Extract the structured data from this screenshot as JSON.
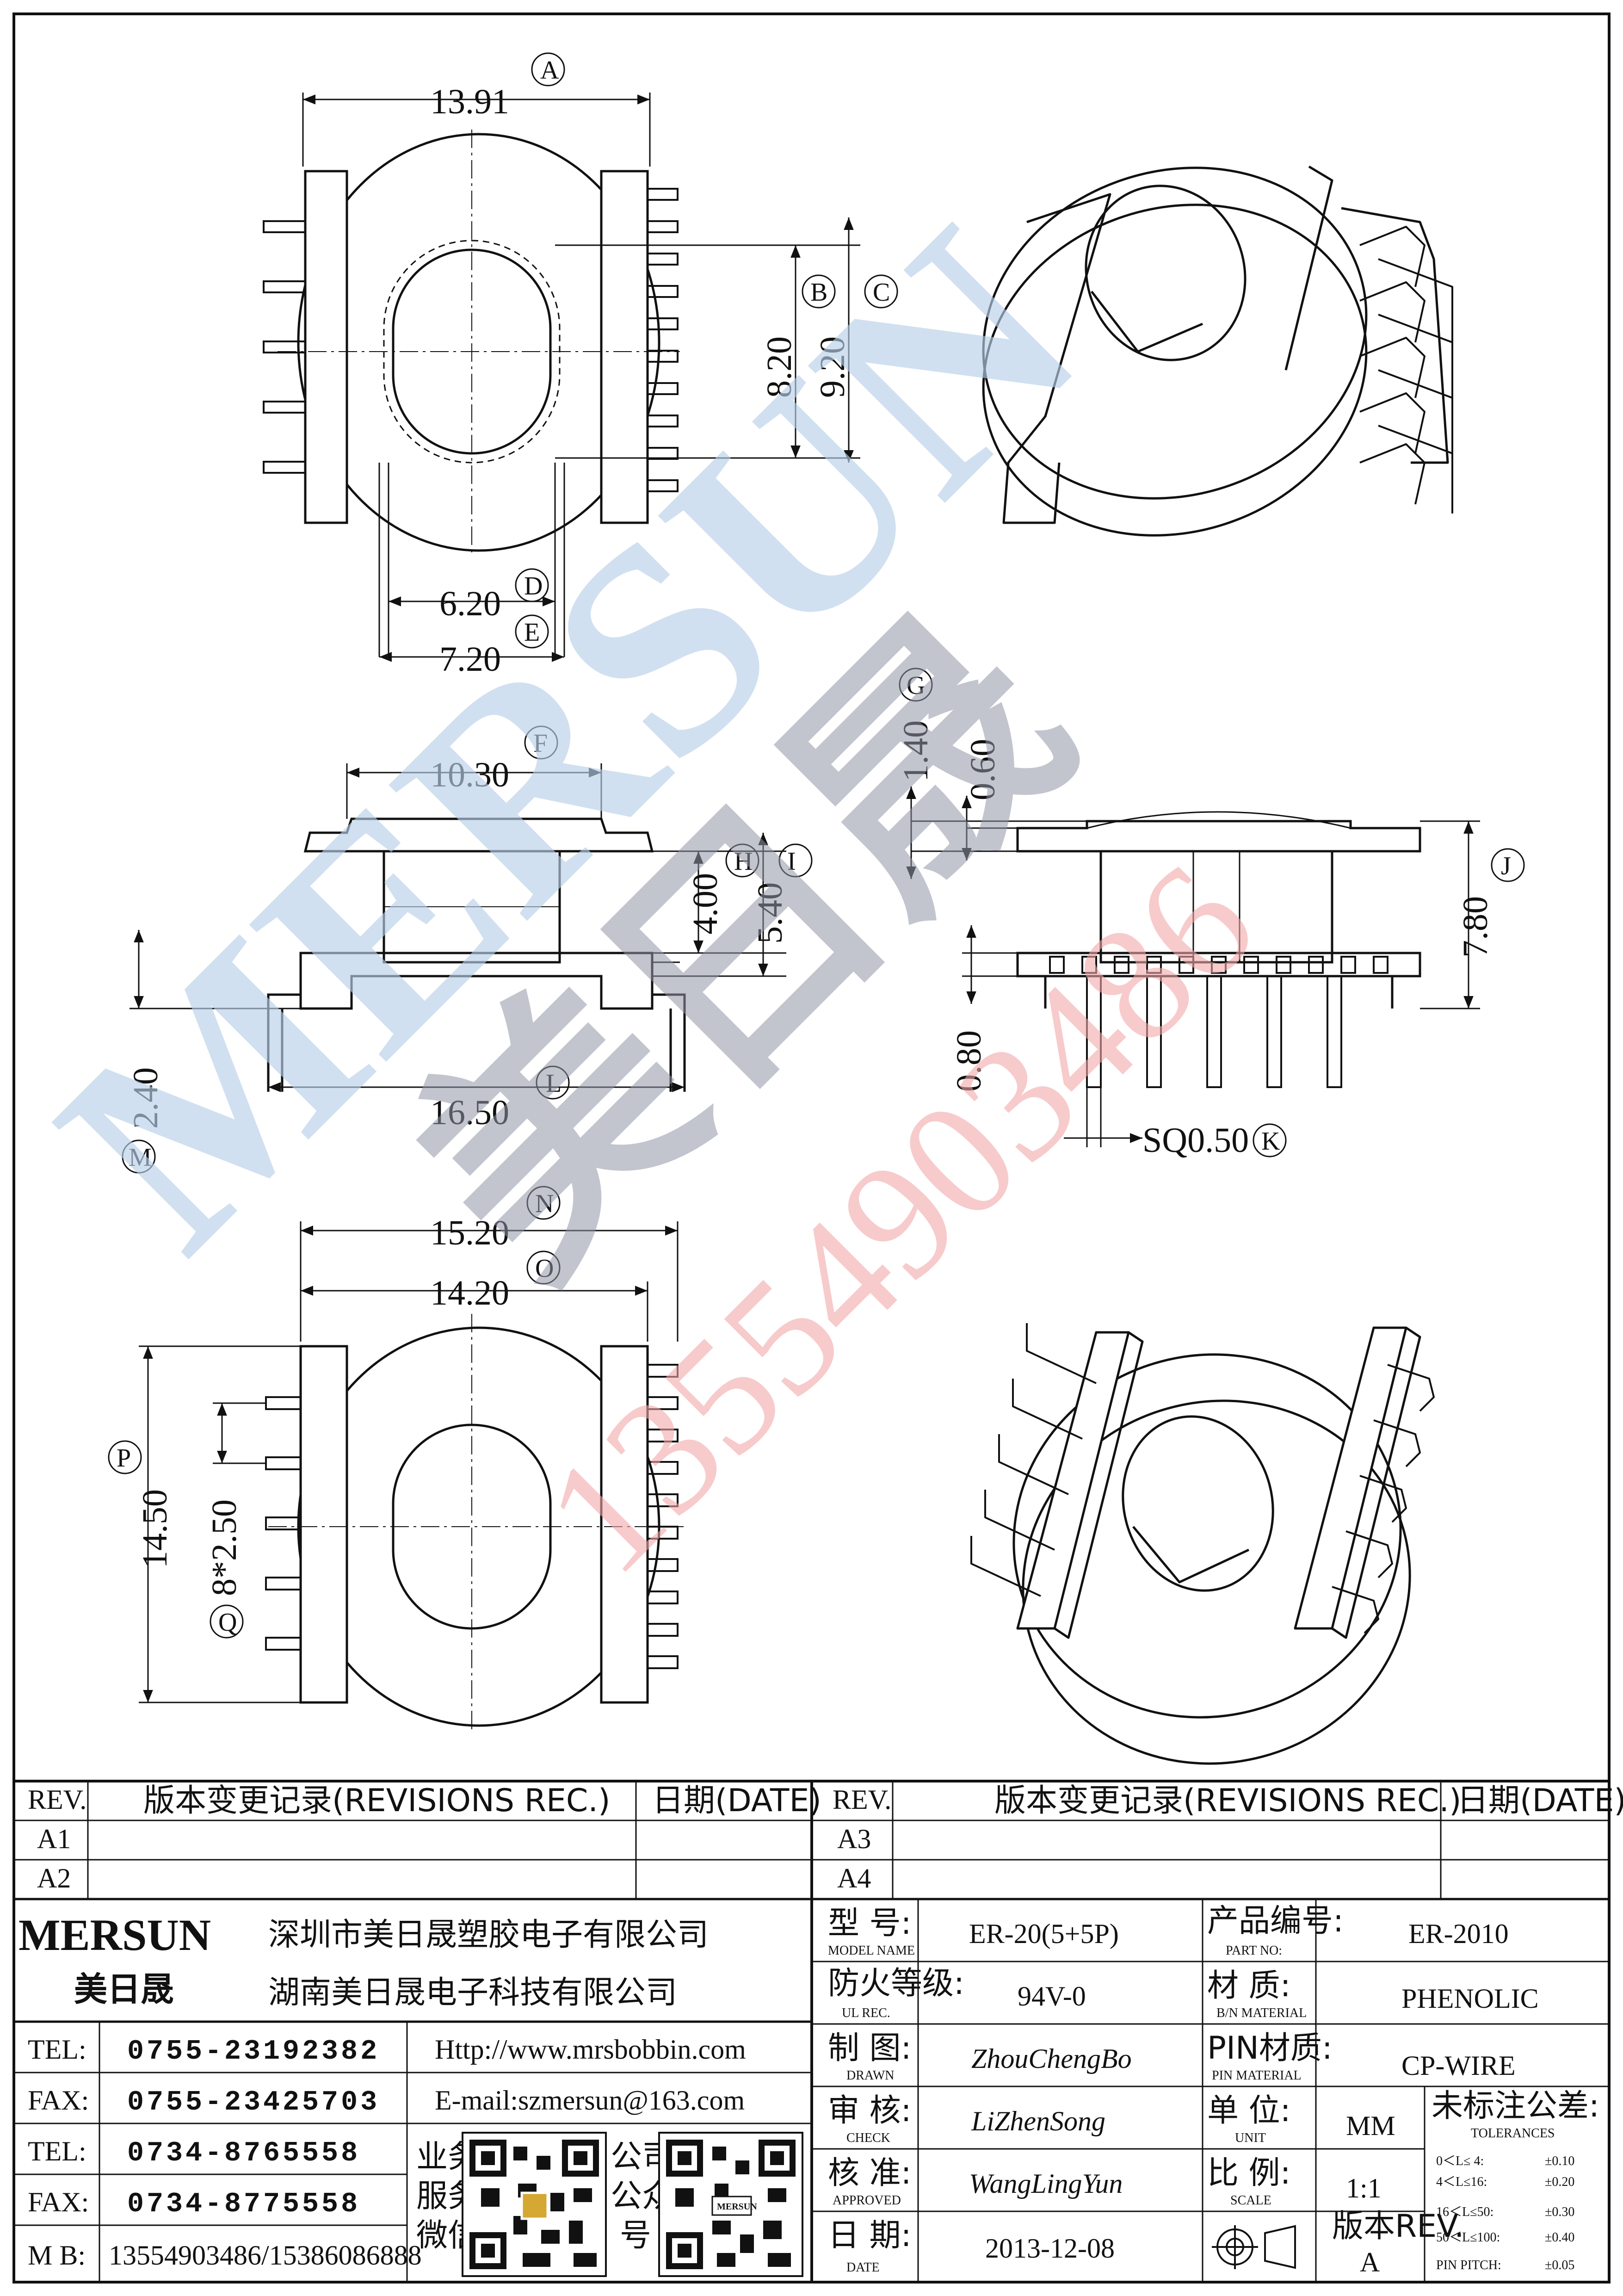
{
  "watermark": {
    "brand": "MERSUN",
    "cn": "美日晟",
    "phone": "13554903486"
  },
  "views": {
    "top": {
      "dims": [
        {
          "label": "A",
          "value": "13.91"
        },
        {
          "label": "B",
          "value": "8.20"
        },
        {
          "label": "C",
          "value": "9.20"
        },
        {
          "label": "D",
          "value": "6.20"
        },
        {
          "label": "E",
          "value": "7.20"
        }
      ]
    },
    "side": {
      "dims": [
        {
          "label": "F",
          "value": "10.30"
        },
        {
          "label": "H",
          "value": "4.00"
        },
        {
          "label": "I",
          "value": "5.40"
        },
        {
          "label": "L",
          "value": "16.50"
        },
        {
          "label": "M",
          "value": "2.40"
        }
      ]
    },
    "front": {
      "dims": [
        {
          "label": "G",
          "value": "1.40"
        },
        {
          "label": "",
          "value": "0.60"
        },
        {
          "label": "J",
          "value": "7.80"
        },
        {
          "label": "",
          "value": "0.80"
        },
        {
          "label": "K",
          "value": "SQ0.50"
        }
      ]
    },
    "bottom": {
      "dims": [
        {
          "label": "N",
          "value": "15.20"
        },
        {
          "label": "O",
          "value": "14.20"
        },
        {
          "label": "P",
          "value": "14.50"
        },
        {
          "label": "Q",
          "value": "8*2.50"
        }
      ]
    }
  },
  "revisions": {
    "left": {
      "h_rev": "REV.",
      "h_rec": "版本变更记录(REVISIONS REC.)",
      "h_date": "日期(DATE)",
      "rows": [
        "A1",
        "A2"
      ]
    },
    "right": {
      "h_rev": "REV.",
      "h_rec": "版本变更记录(REVISIONS REC.)",
      "h_date": "日期(DATE)",
      "rows": [
        "A3",
        "A4"
      ]
    }
  },
  "company": {
    "logo": "MERSUN",
    "logo_cn": "美日晟",
    "name1": "深圳市美日晟塑胶电子有限公司",
    "name2": "湖南美日晟电子科技有限公司",
    "contacts": [
      {
        "k": "TEL:",
        "v": "0755-23192382"
      },
      {
        "k": "FAX:",
        "v": "0755-23425703"
      },
      {
        "k": "TEL:",
        "v": "0734-8765558"
      },
      {
        "k": "FAX:",
        "v": "0734-8775558"
      },
      {
        "k": "M B:",
        "v": "13554903486/15386086888"
      }
    ],
    "web": "Http://www.mrsbobbin.com",
    "email": "E-mail:szmersun@163.com",
    "qr1": [
      "业务",
      "服务",
      "微信"
    ],
    "qr2": [
      "公司",
      "公众",
      "号"
    ]
  },
  "spec": {
    "model_cn": "型 号:",
    "model_en": "MODEL NAME",
    "model": "ER-20(5+5P)",
    "part_cn": "产品编号:",
    "part_en": "PART NO:",
    "part": "ER-2010",
    "ul_cn": "防火等级:",
    "ul_en": "UL REC.",
    "ul": "94V-0",
    "mat_cn": "材 质:",
    "mat_en": "B/N MATERIAL",
    "mat": "PHENOLIC",
    "drawn_cn": "制 图:",
    "drawn_en": "DRAWN",
    "drawn": "ZhouChengBo",
    "pin_cn": "PIN材质:",
    "pin_en": "PIN MATERIAL",
    "pin": "CP-WIRE",
    "check_cn": "审 核:",
    "check_en": "CHECK",
    "check": "LiZhenSong",
    "unit_cn": "单 位:",
    "unit_en": "UNIT",
    "unit": "MM",
    "tol_cn": "未标注公差:",
    "tol_en": "TOLERANCES",
    "tolerances": [
      {
        "r": "0＜L≤ 4:",
        "v": "±0.10"
      },
      {
        "r": "4＜L≤16:",
        "v": "±0.20"
      },
      {
        "r": "16＜L≤50:",
        "v": "±0.30"
      },
      {
        "r": "50＜L≤100:",
        "v": "±0.40"
      },
      {
        "r": "PIN PITCH:",
        "v": "±0.05"
      }
    ],
    "appr_cn": "核 准:",
    "appr_en": "APPROVED",
    "appr": "WangLingYun",
    "scale_cn": "比 例:",
    "scale_en": "SCALE",
    "scale": "1:1",
    "date_cn": "日 期:",
    "date_en": "DATE",
    "date": "2013-12-08",
    "ver_cn": "版本REV.",
    "ver": "A"
  }
}
